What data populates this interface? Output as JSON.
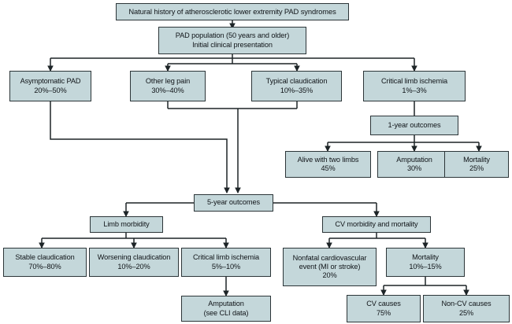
{
  "diagram": {
    "title": "Natural history of atherosclerotic lower extremity PAD syndromes",
    "background_color": "#ffffff",
    "node_fill_color": "#c4d7da",
    "node_border_color": "#2c3538",
    "connector_color": "#1d2427",
    "text_color": "#101418"
  },
  "nodes": {
    "root": {
      "id": "root",
      "line1": "Natural history of atherosclerotic lower extremity PAD syndromes",
      "line2": ""
    },
    "population": {
      "id": "population",
      "line1": "PAD population (50 years and older)",
      "line2": "Initial clinical presentation"
    },
    "asymptomatic": {
      "id": "asymptomatic",
      "line1": "Asymptomatic PAD",
      "line2": "20%–50%"
    },
    "other_leg_pain": {
      "id": "other-leg-pain",
      "line1": "Other leg pain",
      "line2": "30%–40%"
    },
    "typical_claudication": {
      "id": "typical-claudication",
      "line1": "Typical claudication",
      "line2": "10%–35%"
    },
    "critical_limb_ischemia": {
      "id": "critical-limb-ischemia",
      "line1": "Critical limb ischemia",
      "line2": "1%–3%"
    },
    "one_year_outcomes": {
      "id": "one-year-outcomes",
      "line1": "1-year outcomes",
      "line2": ""
    },
    "alive_two_limbs": {
      "id": "alive-with-two-limbs",
      "line1": "Alive with two limbs",
      "line2": "45%"
    },
    "amputation_1yr": {
      "id": "amputation-1-year",
      "line1": "Amputation",
      "line2": "30%"
    },
    "mortality_1yr": {
      "id": "mortality-1-year",
      "line1": "Mortality",
      "line2": "25%"
    },
    "five_year_outcomes": {
      "id": "five-year-outcomes",
      "line1": "5-year outcomes",
      "line2": ""
    },
    "limb_morbidity": {
      "id": "limb-morbidity",
      "line1": "Limb morbidity",
      "line2": ""
    },
    "cv_morbidity_mortality": {
      "id": "cv-morbidity-and-mortality",
      "line1": "CV morbidity and mortality",
      "line2": ""
    },
    "stable_claudication": {
      "id": "stable-claudication",
      "line1": "Stable claudication",
      "line2": "70%–80%"
    },
    "worsening_claudication": {
      "id": "worsening-claudication",
      "line1": "Worsening claudication",
      "line2": "10%–20%"
    },
    "cli_5yr": {
      "id": "critical-limb-ischemia-5-year",
      "line1": "Critical limb ischemia",
      "line2": "5%–10%"
    },
    "nonfatal_cv_event": {
      "id": "nonfatal-cardiovascular-event",
      "line1": "Nonfatal cardiovascular",
      "line2": "event (MI or stroke)",
      "line3": "20%"
    },
    "mortality_5yr": {
      "id": "mortality-5-year",
      "line1": "Mortality",
      "line2": "10%–15%"
    },
    "amputation_cli": {
      "id": "amputation-see-cli-data",
      "line1": "Amputation",
      "line2": "(see CLI data)"
    },
    "cv_causes": {
      "id": "cv-causes",
      "line1": "CV causes",
      "line2": "75%"
    },
    "non_cv_causes": {
      "id": "non-cv-causes",
      "line1": "Non-CV causes",
      "line2": "25%"
    }
  },
  "chart_data": {
    "type": "diagram",
    "title": "Natural history of atherosclerotic lower extremity PAD syndromes",
    "levels": [
      {
        "name": "initial-presentation",
        "parent": "PAD population (50 years and older) / Initial clinical presentation",
        "items": [
          {
            "label": "Asymptomatic PAD",
            "value": "20%–50%"
          },
          {
            "label": "Other leg pain",
            "value": "30%–40%"
          },
          {
            "label": "Typical claudication",
            "value": "10%–35%"
          },
          {
            "label": "Critical limb ischemia",
            "value": "1%–3%"
          }
        ]
      },
      {
        "name": "1-year outcomes",
        "parent": "Critical limb ischemia",
        "items": [
          {
            "label": "Alive with two limbs",
            "value": "45%"
          },
          {
            "label": "Amputation",
            "value": "30%"
          },
          {
            "label": "Mortality",
            "value": "25%"
          }
        ]
      },
      {
        "name": "5-year outcomes – Limb morbidity",
        "parent": "Limb morbidity",
        "items": [
          {
            "label": "Stable claudication",
            "value": "70%–80%"
          },
          {
            "label": "Worsening claudication",
            "value": "10%–20%"
          },
          {
            "label": "Critical limb ischemia",
            "value": "5%–10%"
          },
          {
            "label": "Amputation",
            "value": "(see CLI data)"
          }
        ]
      },
      {
        "name": "5-year outcomes – CV morbidity and mortality",
        "parent": "CV morbidity and mortality",
        "items": [
          {
            "label": "Nonfatal cardiovascular event (MI or stroke)",
            "value": "20%"
          },
          {
            "label": "Mortality",
            "value": "10%–15%"
          },
          {
            "label": "CV causes",
            "value": "75%"
          },
          {
            "label": "Non-CV causes",
            "value": "25%"
          }
        ]
      }
    ]
  }
}
